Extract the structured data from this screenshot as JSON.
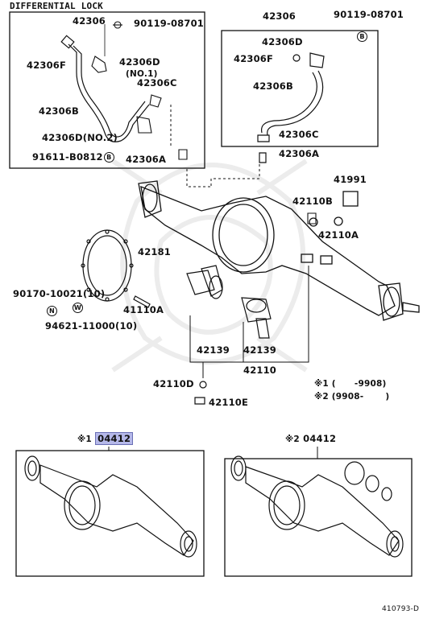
{
  "title": "DIFFERENTIAL LOCK",
  "diagram_code": "410793-D",
  "watermark_color": "#e9e9e9",
  "highlight_color": "#b5b8e9",
  "labels": {
    "p42306_left": "42306",
    "p90119_left": "90119-08701",
    "p42306F_left": "42306F",
    "p42306D_left": "42306D",
    "p42306D_left_note": "(NO.1)",
    "p42306C_left": "42306C",
    "p42306B_left": "42306B",
    "p42306D_no2": "42306D(NO.2)",
    "p91611": "91611-B0812",
    "p91611_ref": "B",
    "p42306A_left": "42306A",
    "p42306_right": "42306",
    "p90119_right": "90119-08701",
    "p90119_right_ref": "B",
    "p42306D_right": "42306D",
    "p42306F_right": "42306F",
    "p42306B_right": "42306B",
    "p42306C_right": "42306C",
    "p42306A_right": "42306A",
    "p41991": "41991",
    "p42110B": "42110B",
    "p42110A": "42110A",
    "p42181": "42181",
    "p90170": "90170-10021(10)",
    "ref_N": "N",
    "ref_W": "W",
    "p41110A": "41110A",
    "p94621": "94621-11000(10)",
    "p42139_a": "42139",
    "p42139_b": "42139",
    "p42110": "42110",
    "p42110D": "42110D",
    "p42110E": "42110E",
    "note1": "※1 (      -9908)",
    "note2": "※2 (9908-       )",
    "assy1_mark": "※1",
    "assy1_num": "04412",
    "assy2_mark": "※2",
    "assy2_num": "04412"
  }
}
